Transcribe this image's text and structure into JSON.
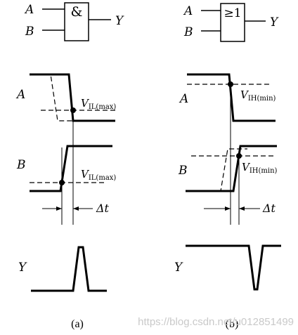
{
  "panel_a": {
    "gate_symbol": "&",
    "input_a": "A",
    "input_b": "B",
    "output": "Y",
    "signal_a": "A",
    "signal_b": "B",
    "signal_y": "Y",
    "threshold_label_a": {
      "main": "V",
      "sub": "IL(max)"
    },
    "threshold_label_b": {
      "main": "V",
      "sub": "IL(max)"
    },
    "delta_t": "Δt",
    "caption": "(a)"
  },
  "panel_b": {
    "gate_symbol": "≥1",
    "input_a": "A",
    "input_b": "B",
    "output": "Y",
    "signal_a": "A",
    "signal_b": "B",
    "signal_y": "Y",
    "threshold_label_a": {
      "main": "V",
      "sub": "IH(min)"
    },
    "threshold_label_b": {
      "main": "V",
      "sub": "IH(min)"
    },
    "delta_t": "Δt",
    "caption": "(b)"
  },
  "watermark": "https://blog.csdn.net/u012851499"
}
